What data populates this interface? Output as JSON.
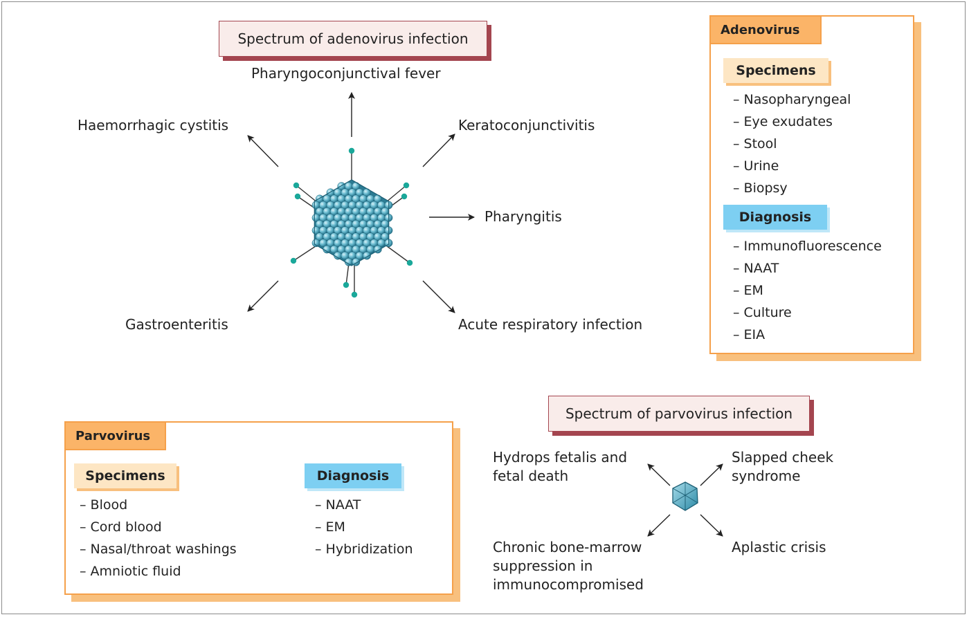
{
  "adenovirus_diagram": {
    "title": "Spectrum of adenovirus infection",
    "outcomes": {
      "top": "Pharyngoconjunctival fever",
      "top_left": "Haemorrhagic cystitis",
      "top_right": "Keratoconjunctivitis",
      "right": "Pharyngitis",
      "bottom_left": "Gastroenteritis",
      "bottom_right": "Acute respiratory infection"
    }
  },
  "adenovirus_panel": {
    "header": "Adenovirus",
    "specimens_label": "Specimens",
    "specimens": [
      "– Nasopharyngeal",
      "– Eye exudates",
      "– Stool",
      "– Urine",
      "– Biopsy"
    ],
    "diagnosis_label": "Diagnosis",
    "diagnosis": [
      "– Immunofluorescence",
      "– NAAT",
      "– EM",
      "– Culture",
      "– EIA"
    ]
  },
  "parvovirus_panel": {
    "header": "Parvovirus",
    "specimens_label": "Specimens",
    "specimens": [
      "– Blood",
      "– Cord blood",
      "– Nasal/throat washings",
      "– Amniotic fluid"
    ],
    "diagnosis_label": "Diagnosis",
    "diagnosis": [
      "– NAAT",
      "– EM",
      "– Hybridization"
    ]
  },
  "parvovirus_diagram": {
    "title": "Spectrum of parvovirus infection",
    "outcomes": {
      "top_left": [
        "Hydrops fetalis and",
        "fetal death"
      ],
      "top_right": [
        "Slapped cheek",
        "syndrome"
      ],
      "bottom_left": [
        "Chronic bone-marrow",
        "suppression in",
        "immunocompromised"
      ],
      "bottom_right": "Aplastic crisis"
    }
  },
  "colors": {
    "panel_border": "#f5a04a",
    "panel_tab": "#fbb468",
    "specimens_badge": "#fde6c4",
    "diagnosis_badge": "#7dcff2",
    "title_box_fill": "#f9ecea",
    "title_box_border": "#a4454f",
    "virion_capsomere": "#5fb3c8",
    "fibre_knob": "#1aa89a"
  },
  "icons": [
    "adenovirus-virion-icon",
    "parvovirus-virion-icon"
  ]
}
